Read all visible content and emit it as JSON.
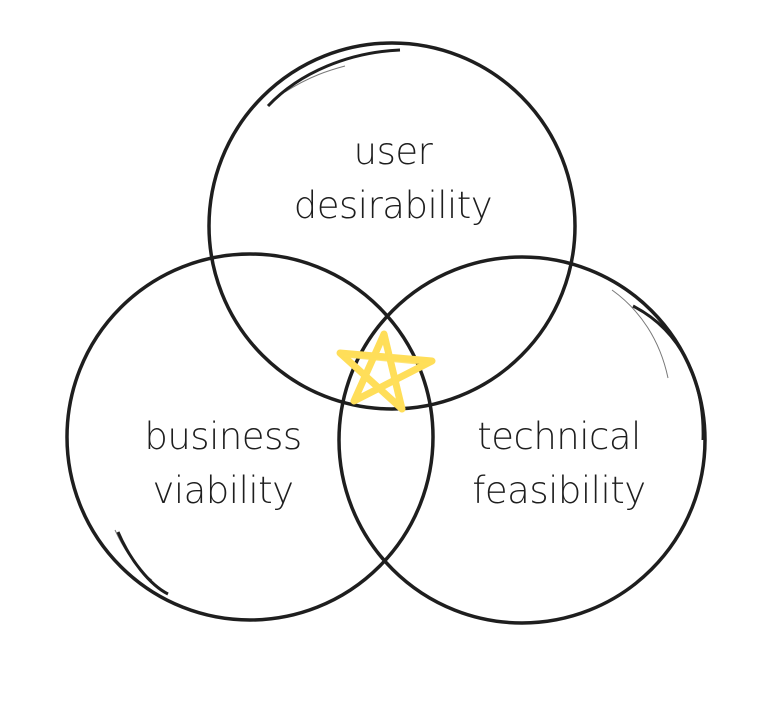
{
  "diagram": {
    "circles": [
      {
        "id": "user",
        "lines": [
          "user",
          "desirability"
        ]
      },
      {
        "id": "business",
        "lines": [
          "business",
          "viability"
        ]
      },
      {
        "id": "technical",
        "lines": [
          "technical",
          "feasibility"
        ]
      }
    ],
    "intersection_marker": "star-icon"
  },
  "colors": {
    "stroke": "#1e1e1e",
    "star": "#ffde59",
    "text": "#1e1e1e",
    "background": "#ffffff"
  }
}
